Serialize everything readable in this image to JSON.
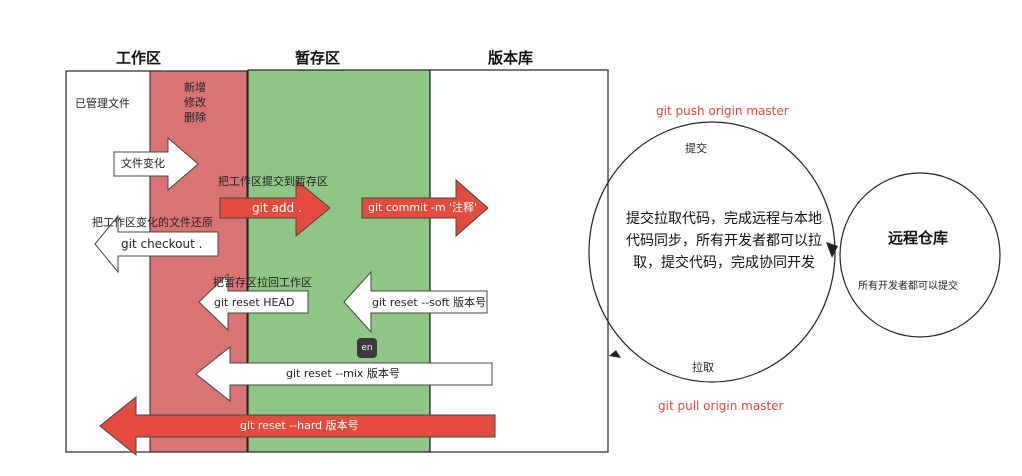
{
  "sections": {
    "workspace": "工作区",
    "staging": "暂存区",
    "repository": "版本库"
  },
  "workspace_labels": {
    "managed_files": "已管理文件",
    "changes": [
      "新增",
      "修改",
      "删除"
    ]
  },
  "arrows": {
    "file_change": "文件变化",
    "git_add": "git add .",
    "git_commit": "git commit -m '注释'",
    "git_checkout": "git checkout .",
    "git_reset_head": "git reset HEAD",
    "git_reset_soft": "git reset --soft 版本号",
    "git_reset_mix": "git reset --mix 版本号",
    "git_reset_hard": "git reset --hard 版本号"
  },
  "captions": {
    "add_to_stage": "把工作区提交到暂存区",
    "restore_workspace": "把工作区变化的文件还原",
    "pull_back_stage": "把暂存区拉回工作区"
  },
  "remote": {
    "title": "远程仓库",
    "subtitle": "所有开发者都可以提交",
    "push_cmd": "git push origin master",
    "pull_cmd": "git pull origin master",
    "push_label": "提交",
    "pull_label": "拉取",
    "summary": "提交拉取代码，完成远程与本地代码同步，所有开发者都可以拉取，提交代码，完成协同开发"
  },
  "colors": {
    "workspace_red": "#d97374",
    "staging_green": "#8fc585",
    "arrow_red": "#e24b3d",
    "command_red": "#e8473a"
  },
  "badge_text": "en"
}
